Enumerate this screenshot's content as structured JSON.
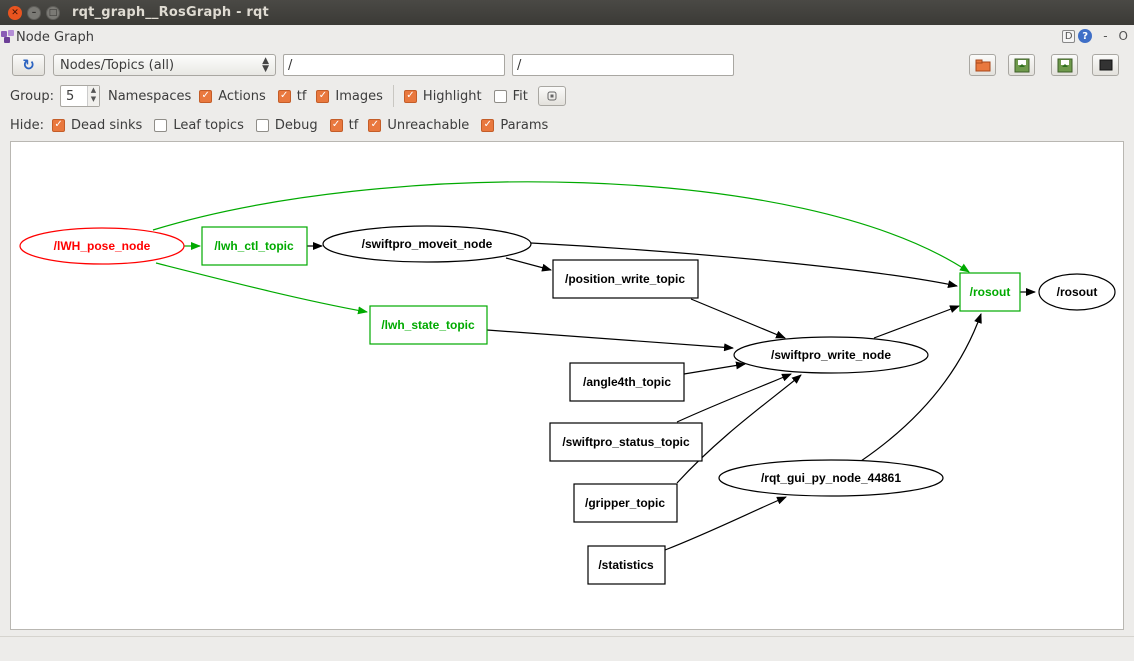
{
  "window": {
    "title": "rqt_graph__RosGraph - rqt"
  },
  "plugin": {
    "title": "Node Graph",
    "d_label": "D",
    "help_label": "?",
    "dash_label": "-",
    "o_label": "O"
  },
  "toolbar": {
    "refresh_icon": "refresh-icon",
    "mode_value": "Nodes/Topics (all)",
    "filter1_value": "/",
    "filter2_value": "/",
    "buttons": [
      "load-dot-icon",
      "save-dot-icon",
      "save-svg-icon",
      "screenshot-icon"
    ]
  },
  "options": {
    "group_label": "Group:",
    "group_value": "5",
    "namespaces_label": "Namespaces",
    "actions_label": "Actions",
    "tf_label": "tf",
    "images_label": "Images",
    "highlight_label": "Highlight",
    "fit_label": "Fit",
    "namespaces_checked": true,
    "actions_checked": true,
    "tf_checked": true,
    "images_checked": true,
    "highlight_checked": true,
    "fit_checked": false
  },
  "hide": {
    "label": "Hide:",
    "dead_sinks_label": "Dead sinks",
    "leaf_topics_label": "Leaf topics",
    "debug_label": "Debug",
    "tf_label": "tf",
    "unreachable_label": "Unreachable",
    "params_label": "Params",
    "dead_sinks_checked": true,
    "leaf_topics_checked": false,
    "debug_checked": false,
    "tf_checked": true,
    "unreachable_checked": true,
    "params_checked": true
  },
  "graph": {
    "colors": {
      "highlight_node": "#ff0000",
      "highlight_topic": "#00aa00",
      "default": "#000000"
    },
    "nodes": {
      "lwh_pose_node": "/lWH_pose_node",
      "swiftpro_moveit_node": "/swiftpro_moveit_node",
      "swiftpro_write_node": "/swiftpro_write_node",
      "rqt_gui_py_node": "/rqt_gui_py_node_44861",
      "rosout_node": "/rosout"
    },
    "topics": {
      "lwh_ctl_topic": "/lwh_ctl_topic",
      "lwh_state_topic": "/lwh_state_topic",
      "position_write_topic": "/position_write_topic",
      "angle4th_topic": "/angle4th_topic",
      "swiftpro_status_topic": "/swiftpro_status_topic",
      "gripper_topic": "/gripper_topic",
      "statistics": "/statistics",
      "rosout_topic": "/rosout"
    }
  }
}
